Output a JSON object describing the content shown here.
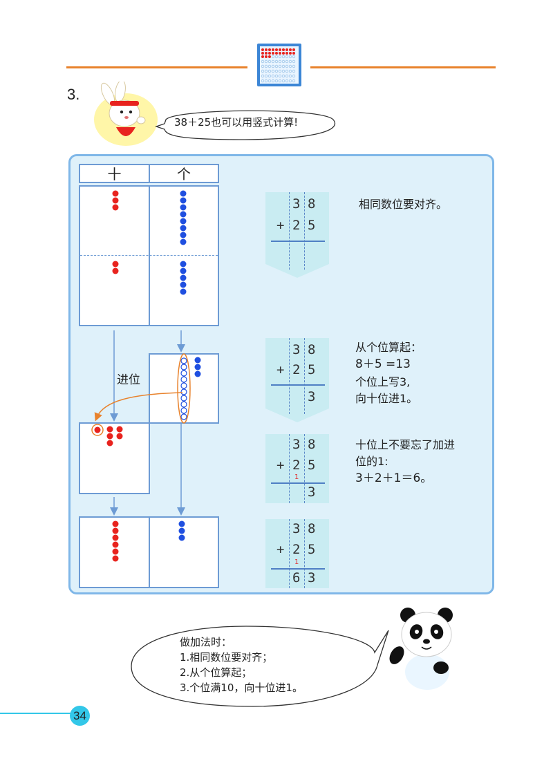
{
  "section_number": "3.",
  "rabbit_bubble": "38＋25也可以用竖式计算!",
  "column_headers": {
    "tens": "十",
    "ones": "个"
  },
  "carry_label": "进位",
  "calc_steps": [
    {
      "top": [
        "3",
        "8"
      ],
      "bottom": [
        "2",
        "5"
      ],
      "op": "+",
      "carry": "",
      "result": [
        "",
        ""
      ]
    },
    {
      "top": [
        "3",
        "8"
      ],
      "bottom": [
        "2",
        "5"
      ],
      "op": "+",
      "carry": "",
      "result": [
        "",
        "3"
      ]
    },
    {
      "top": [
        "3",
        "8"
      ],
      "bottom": [
        "2",
        "5"
      ],
      "op": "+",
      "carry": "1",
      "result": [
        "",
        "3"
      ]
    },
    {
      "top": [
        "3",
        "8"
      ],
      "bottom": [
        "2",
        "5"
      ],
      "op": "+",
      "carry": "1",
      "result": [
        "6",
        "3"
      ]
    }
  ],
  "explanations": {
    "step1": [
      "相同数位要对齐。"
    ],
    "step2a": [
      "从个位算起：",
      "8＋5 =13"
    ],
    "step2b": [
      "个位上写3,",
      "向十位进1。"
    ],
    "step3": [
      "十位上不要忘了加进",
      "位的1:",
      "3＋2＋1＝6。"
    ]
  },
  "panda_bubble": {
    "title": "做加法时：",
    "lines": [
      "1.相同数位要对齐；",
      "2.从个位算起；",
      "3.个位满10，向十位进1。"
    ]
  },
  "page_number": "34",
  "colors": {
    "tens_bead": "#e8231e",
    "ones_bead": "#1f4fe0",
    "panel_bg": "#dff1fa",
    "accent": "#e8822c"
  }
}
